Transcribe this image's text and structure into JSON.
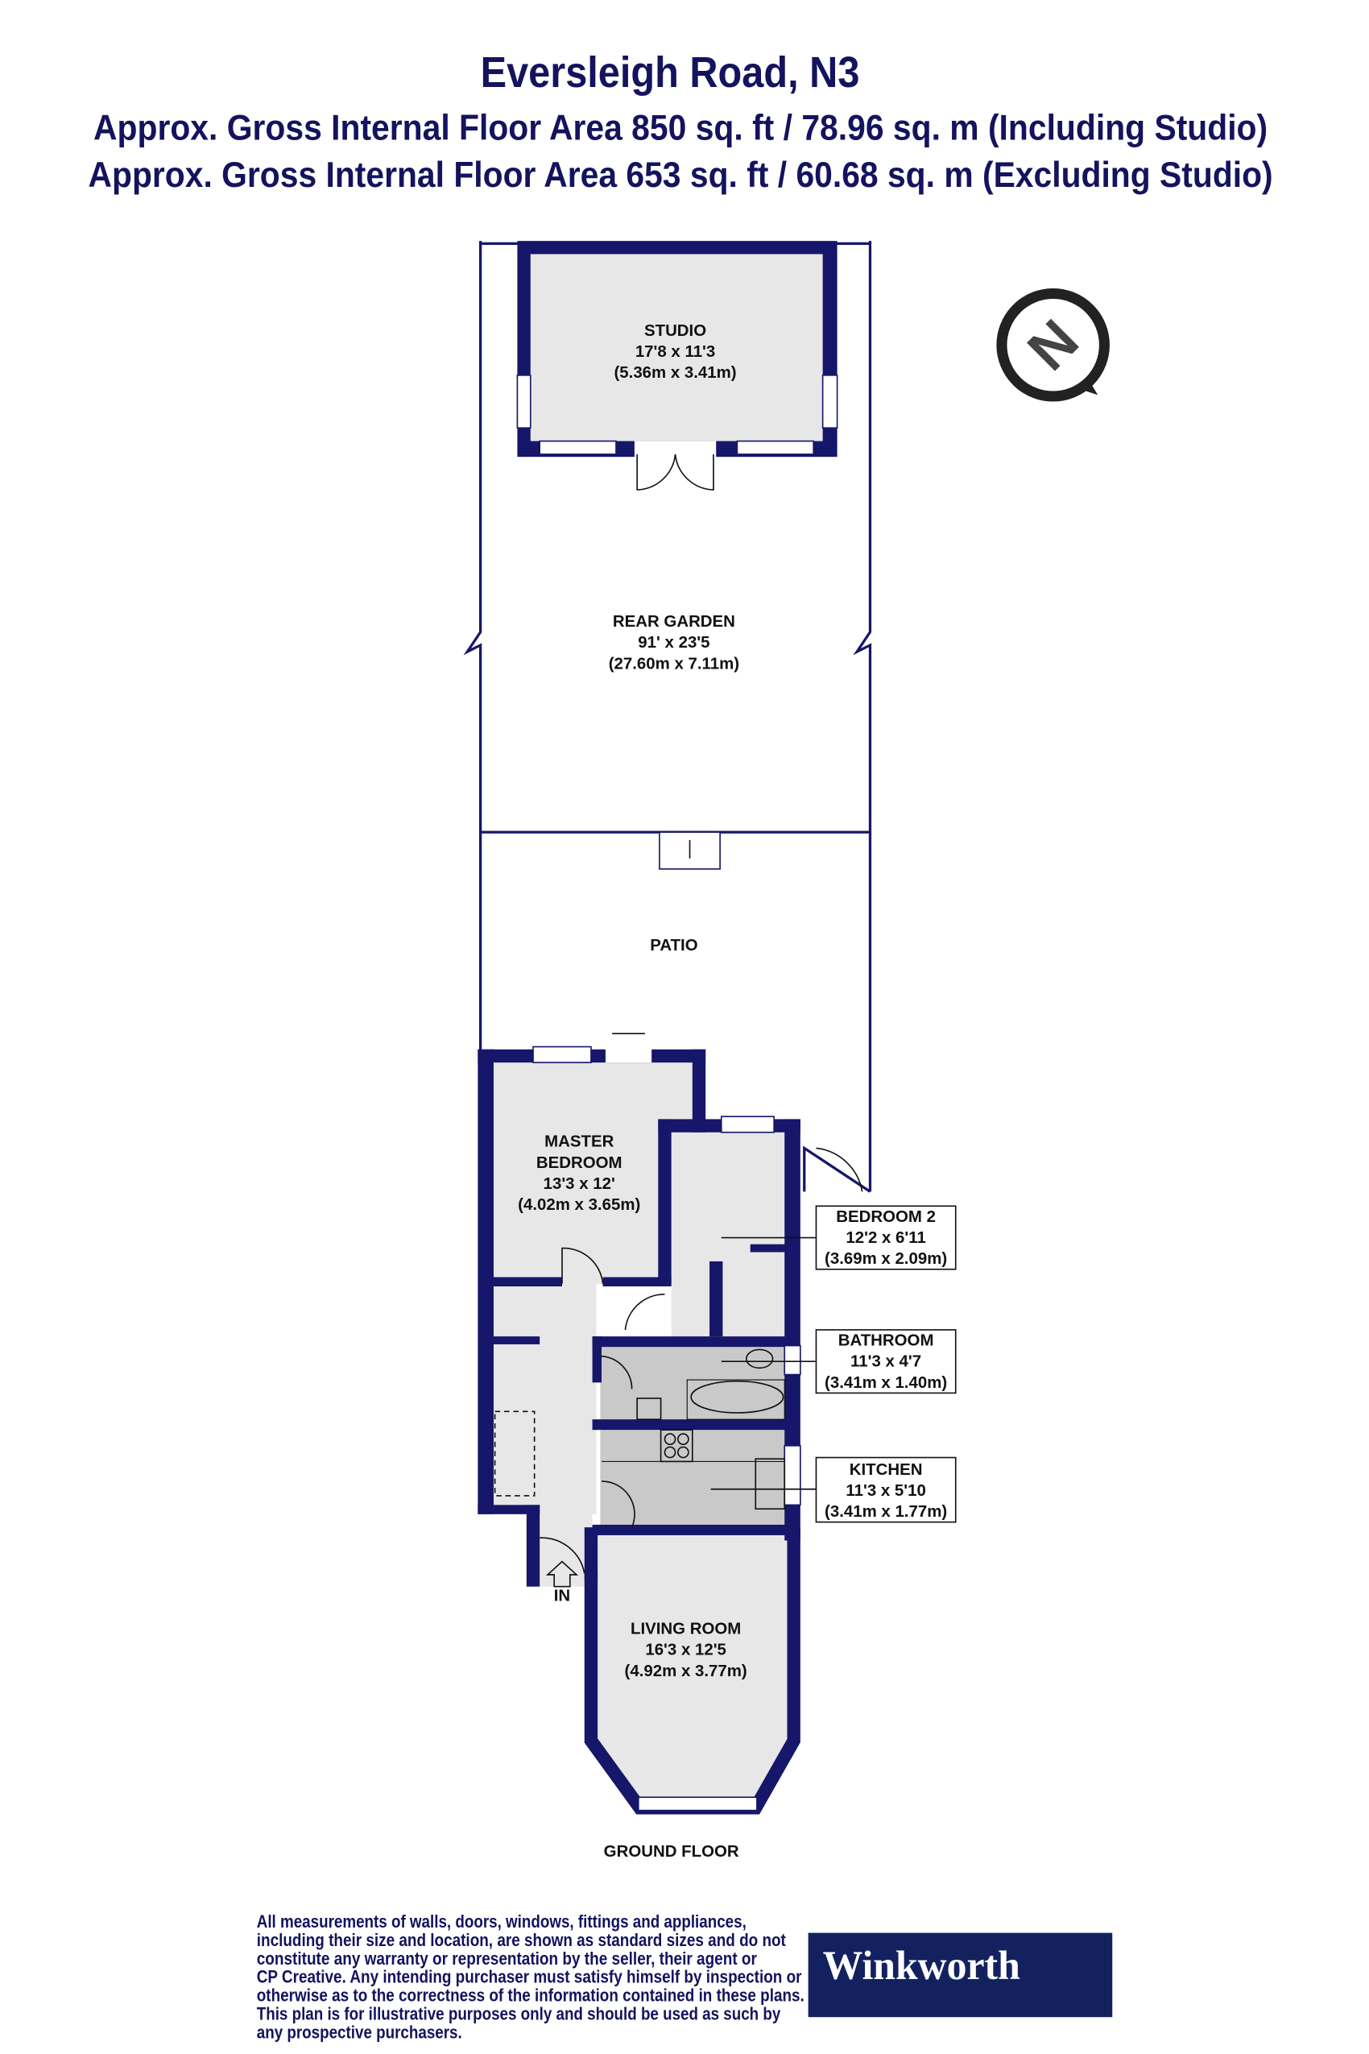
{
  "header": {
    "title": "Eversleigh Road, N3",
    "area_including": "Approx. Gross Internal Floor Area 850 sq. ft / 78.96 sq. m (Including Studio)",
    "area_excluding": "Approx. Gross Internal Floor Area 653 sq. ft / 60.68 sq. m (Excluding Studio)"
  },
  "rooms": {
    "studio": {
      "name": "STUDIO",
      "imperial": "17'8 x 11'3",
      "metric": "(5.36m x 3.41m)"
    },
    "rear_garden": {
      "name": "REAR GARDEN",
      "imperial": "91' x 23'5",
      "metric": "(27.60m x 7.11m)"
    },
    "patio": {
      "name": "PATIO"
    },
    "master_bedroom": {
      "name_line1": "MASTER",
      "name_line2": "BEDROOM",
      "imperial": "13'3 x 12'",
      "metric": "(4.02m x 3.65m)"
    },
    "bedroom2": {
      "name": "BEDROOM 2",
      "imperial": "12'2 x 6'11",
      "metric": "(3.69m x 2.09m)"
    },
    "bathroom": {
      "name": "BATHROOM",
      "imperial": "11'3 x 4'7",
      "metric": "(3.41m x 1.40m)"
    },
    "kitchen": {
      "name": "KITCHEN",
      "imperial": "11'3 x 5'10",
      "metric": "(3.41m x 1.77m)"
    },
    "living_room": {
      "name": "LIVING ROOM",
      "imperial": "16'3 x 12'5",
      "metric": "(4.92m x 3.77m)"
    }
  },
  "entrance_label": "IN",
  "floor_label": "GROUND FLOOR",
  "compass": {
    "icon": "north-compass-icon",
    "letter": "N"
  },
  "disclaimer": [
    "All measurements of walls, doors, windows, fittings and appliances,",
    "including their size and location, are shown as standard sizes and do not",
    "constitute any warranty or representation by the seller, their agent or",
    "CP Creative. Any intending purchaser must satisfy himself by inspection or",
    "otherwise as to the correctness of the information contained in these plans.",
    "This plan is for illustrative purposes only and should be used as such by",
    "any prospective purchasers."
  ],
  "logo": {
    "text": "Winkworth",
    "background": "#13225f"
  },
  "colors": {
    "walls": "#16166a",
    "floor": "#e7e7e7",
    "wet_rooms": "#c9c9c9"
  }
}
